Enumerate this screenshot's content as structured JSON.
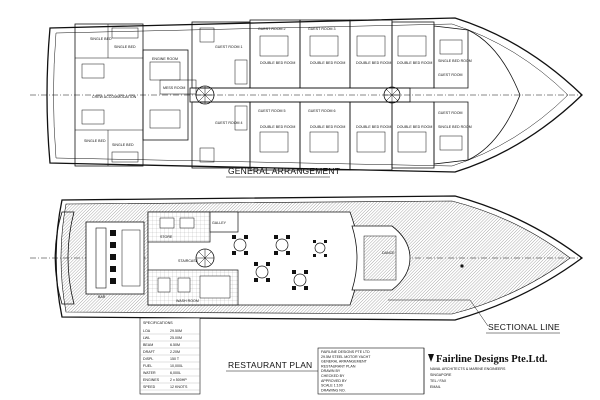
{
  "titles": {
    "general_arrangement": "GENERAL ARRANGEMENT",
    "restaurant_plan": "RESTAURANT PLAN",
    "sectional_line": "SECTIONAL LINE"
  },
  "company": {
    "name": "Fairline Designs Pte.Ltd."
  },
  "upper_deck": {
    "rooms": [
      {
        "label": "SINGLE BED"
      },
      {
        "label": "SINGLE BED"
      },
      {
        "label": "SINGLE BED"
      },
      {
        "label": "SINGLE BED"
      },
      {
        "label": "CREW ACCOMMODATION"
      },
      {
        "label": "ENGINE ROOM"
      },
      {
        "label": "MESS ROOM"
      },
      {
        "label": "GUEST ROOM 1"
      },
      {
        "label": "GUEST ROOM 2"
      },
      {
        "label": "GUEST ROOM 3"
      },
      {
        "label": "GUEST ROOM 4"
      },
      {
        "label": "GUEST ROOM 5"
      },
      {
        "label": "GUEST ROOM 6"
      },
      {
        "label": "DOUBLE BED ROOM"
      },
      {
        "label": "DOUBLE BED ROOM"
      },
      {
        "label": "DOUBLE BED ROOM"
      },
      {
        "label": "DOUBLE BED ROOM"
      },
      {
        "label": "DOUBLE BED ROOM"
      },
      {
        "label": "DOUBLE BED ROOM"
      },
      {
        "label": "DOUBLE BED ROOM"
      },
      {
        "label": "DOUBLE BED ROOM"
      },
      {
        "label": "SINGLE BED ROOM"
      },
      {
        "label": "SINGLE BED ROOM"
      },
      {
        "label": "GUEST ROOM"
      },
      {
        "label": "GUEST ROOM"
      }
    ]
  },
  "lower_deck": {
    "labels": [
      {
        "label": "BAR"
      },
      {
        "label": "STORE"
      },
      {
        "label": "WASH ROOM"
      },
      {
        "label": "STAIRCASE"
      },
      {
        "label": "GALLEY"
      },
      {
        "label": "DANCE"
      }
    ]
  },
  "spec_block": {
    "heading": "SPECIFICATIONS",
    "rows": [
      {
        "key": "LOA",
        "value": "29.50M"
      },
      {
        "key": "LWL",
        "value": "25.00M"
      },
      {
        "key": "BEAM",
        "value": "6.50M"
      },
      {
        "key": "DRAFT",
        "value": "2.20M"
      },
      {
        "key": "DISPL",
        "value": "150 T"
      },
      {
        "key": "FUEL",
        "value": "10,000L"
      },
      {
        "key": "WATER",
        "value": "6,000L"
      },
      {
        "key": "ENGINES",
        "value": "2 x 500HP"
      },
      {
        "key": "SPEED",
        "value": "12 KNOTS"
      }
    ]
  },
  "title_block": {
    "lines": [
      {
        "text": "FAIRLINE DESIGNS PTE LTD"
      },
      {
        "text": "29.5M STEEL MOTOR YACHT"
      },
      {
        "text": "GENERAL ARRANGEMENT"
      },
      {
        "text": "RESTAURANT PLAN"
      },
      {
        "text": "DRAWN BY"
      },
      {
        "text": "CHECKED BY"
      },
      {
        "text": "APPROVED BY"
      },
      {
        "text": "SCALE 1:100"
      },
      {
        "text": "DRAWING NO."
      }
    ],
    "address": [
      {
        "text": "NAVAL ARCHITECTS & MARINE ENGINEERS"
      },
      {
        "text": "SINGAPORE"
      },
      {
        "text": "TEL / FAX"
      },
      {
        "text": "EMAIL"
      }
    ]
  }
}
